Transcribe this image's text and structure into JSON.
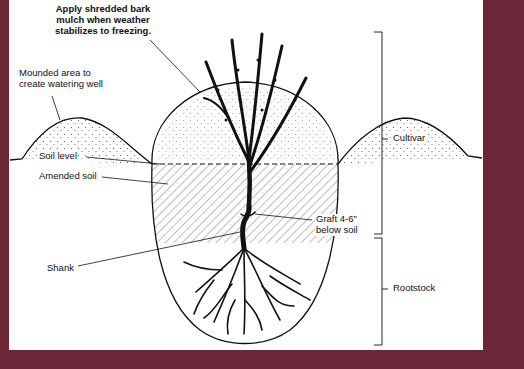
{
  "diagram": {
    "labels": [
      "Apply shredded bark mulch when weather stabilizes to freezing.",
      "Mounded area to create watering well",
      "Soil level",
      "Amended soil",
      "Shank",
      "Cultivar",
      "Graft 4-6\" below soil",
      "Rootstock"
    ]
  }
}
